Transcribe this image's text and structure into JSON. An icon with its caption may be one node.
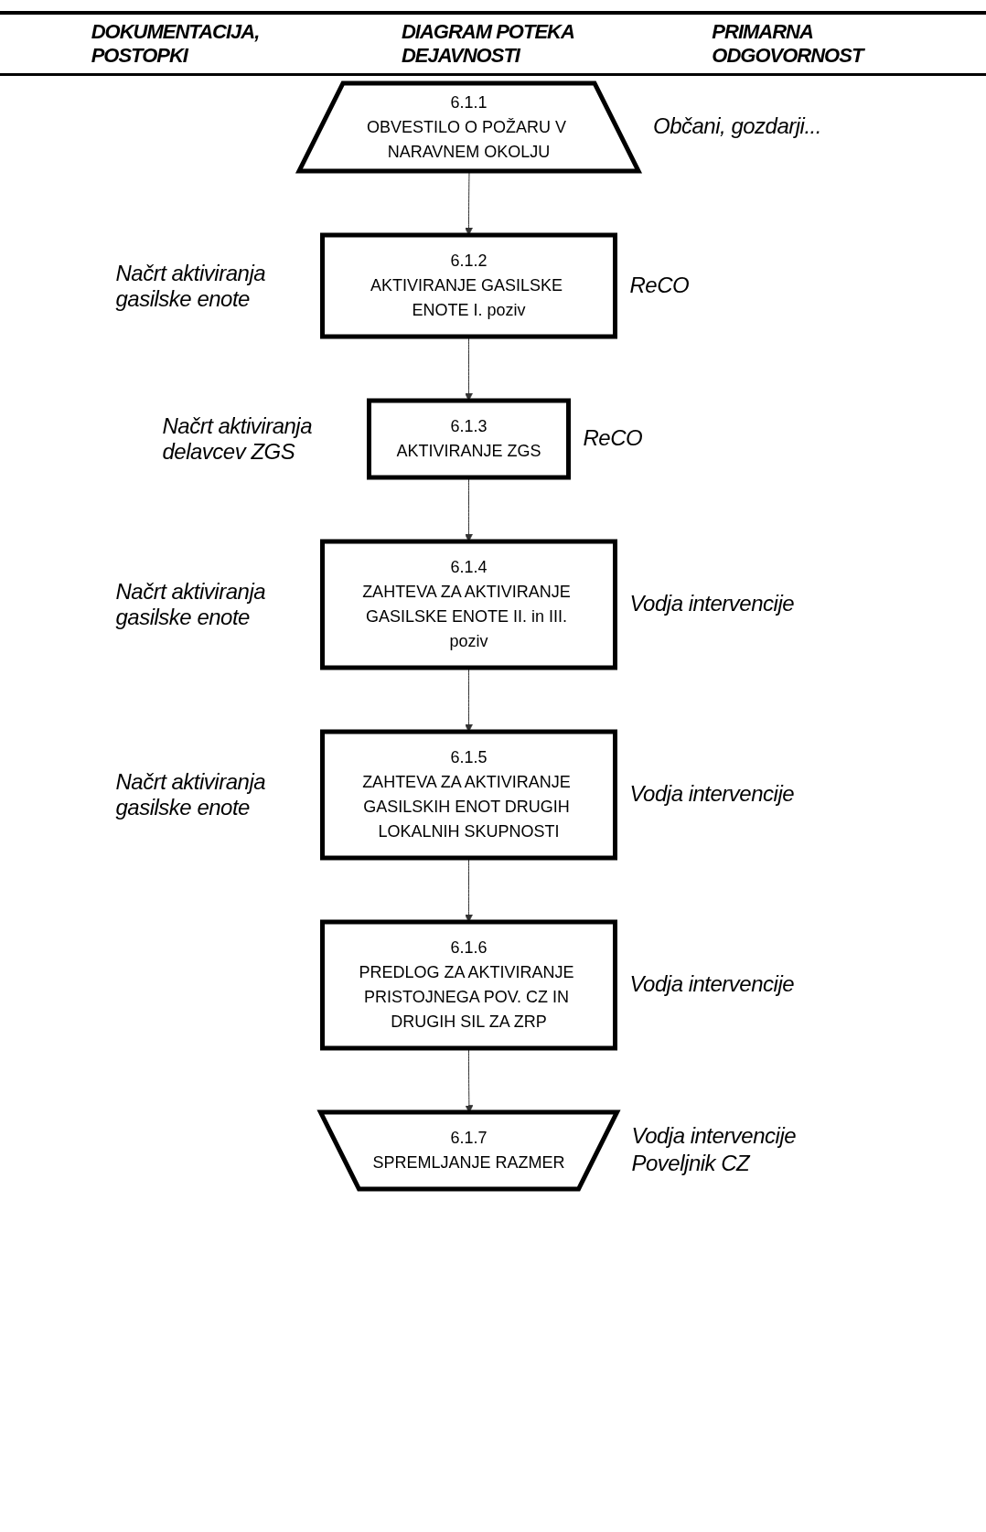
{
  "diagram": {
    "nodes": [
      {
        "text": [
          "6.1.1",
          "OBVESTILO O POŽARU V NARAVNEM OKOLJU"
        ],
        "beside": [
          "Občani, gozdarji..."
        ]
      },
      {
        "text": [
          "6.1.2",
          "AKTIVIRANJE GASILSKE ENOTE I. poziv"
        ],
        "beside": [
          "Načrt aktiviranja gasilske enote",
          "ReCO"
        ]
      },
      {
        "text": [
          "6.1.3",
          "AKTIVIRANJE ZGS"
        ],
        "beside": [
          "Načrt aktiviranja delavcev ZGS",
          "ReCO"
        ]
      },
      {
        "text": [
          "6.1.4",
          "ZAHTEVA ZA AKTIVIRANJE GASILSKE ENOTE II. in III. poziv"
        ],
        "beside": [
          "Načrt aktiviranja gasilske enote",
          "Vodja intervencije"
        ]
      },
      {
        "text": [
          "6.1.5",
          "ZAHTEVA ZA AKTIVIRANJE GASILSKIH ENOT DRUGIH LOKALNIH SKUPNOSTI"
        ],
        "beside": [
          "Načrt aktiviranja gasilske enote",
          "Vodja intervencije"
        ]
      },
      {
        "text": [
          "6.1.6",
          "PREDLOG ZA AKTIVIRANJE PRISTOJNEGA POV. CZ IN DRUGIH SIL ZA ZRP"
        ],
        "beside": [
          "Vodja intervencije"
        ]
      },
      {
        "text": [
          "6.1.7",
          "SPREMLJANJE RAZMER"
        ],
        "beside": [
          "Vodja intervencije",
          "Poveljnik CZ"
        ]
      }
    ],
    "edges": [
      {
        "from": 0,
        "to": 1,
        "arrow": "to"
      },
      {
        "from": 1,
        "to": 2,
        "arrow": "to"
      },
      {
        "from": 2,
        "to": 3,
        "arrow": "to"
      },
      {
        "from": 3,
        "to": 4,
        "arrow": "to"
      },
      {
        "from": 4,
        "to": 5,
        "arrow": "to"
      },
      {
        "from": 5,
        "to": 6,
        "arrow": "to"
      }
    ],
    "labels": [
      "DOKUMENTACIJA, POSTOPKI",
      "DIAGRAM POTEKA DEJAVNOSTI",
      "PRIMARNA ODGOVORNOST"
    ]
  }
}
